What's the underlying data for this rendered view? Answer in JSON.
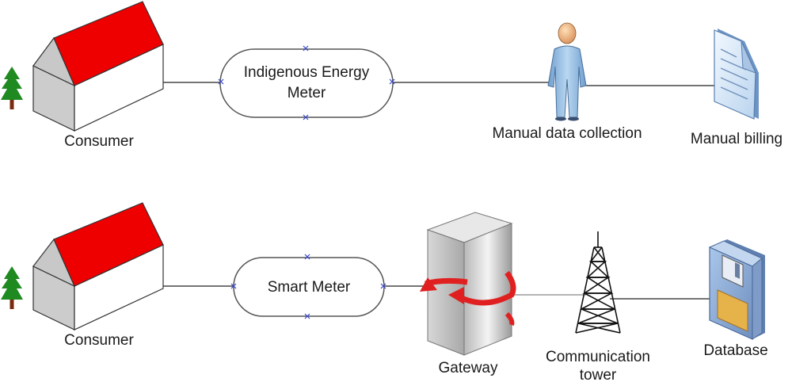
{
  "rows": [
    {
      "consumer_label": "Consumer",
      "meter_lines": [
        "Indigenous Energy",
        "Meter"
      ],
      "collector_label": "Manual data collection",
      "billing_label": "Manual billing"
    },
    {
      "consumer_label": "Consumer",
      "meter_lines": [
        "Smart Meter"
      ],
      "gateway_label": "Gateway",
      "tower_lines": [
        "Communication",
        "tower"
      ],
      "database_label": "Database"
    }
  ],
  "colors": {
    "roof": "#ee0000",
    "tree": "#1f8a1f",
    "trunk": "#7a2a10",
    "wall_front": "#ffffff",
    "wall_side": "#cccccc",
    "arrow": "#e02020",
    "database_body": "#8fb0d8",
    "database_label_plate": "#e6b24a"
  },
  "icons": [
    "tree-icon",
    "house-icon",
    "person-icon",
    "document-icon",
    "server-icon",
    "tower-icon",
    "floppy-disk-icon"
  ]
}
